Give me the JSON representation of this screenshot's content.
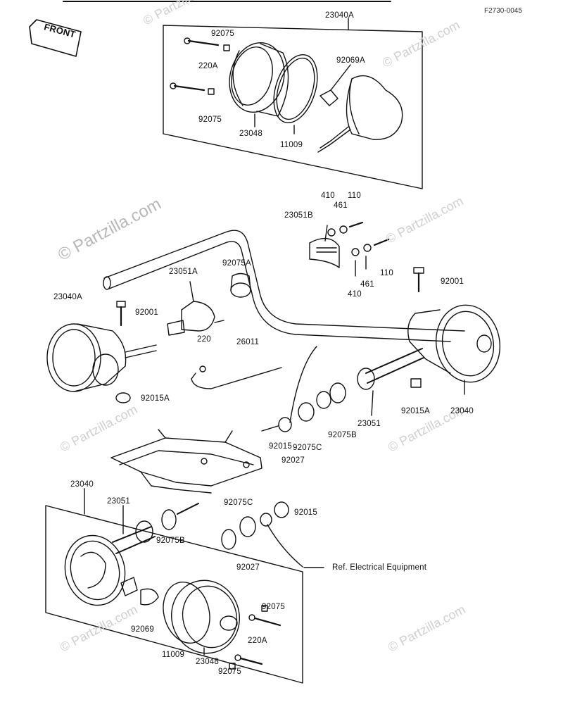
{
  "drawing_code": "F2730-0045",
  "watermark": "© Partzilla.com",
  "front_badge": "FRONT",
  "ref_note": "Ref. Electrical Equipment",
  "labels": {
    "l23040A_top": "23040A",
    "l92075_t1": "92075",
    "l220A_t": "220A",
    "l92069A": "92069A",
    "l92075_t2": "92075",
    "l23048_t": "23048",
    "l11009_t": "11009",
    "l410a": "410",
    "l461a": "461",
    "l110a": "110",
    "l23051B": "23051B",
    "l92075A": "92075A",
    "l110b": "110",
    "l461b": "461",
    "l410b": "410",
    "l92001_r": "92001",
    "l23051A": "23051A",
    "l23040A_left": "23040A",
    "l92001_l": "92001",
    "l220": "220",
    "l26011": "26011",
    "l92015A_l": "92015A",
    "l92015A_r": "92015A",
    "l23040_r": "23040",
    "l23051_r": "23051",
    "l92075B_r": "92075B",
    "l92075C_r": "92075C",
    "l92015_m": "92015",
    "l92027_m": "92027",
    "l23040_bl": "23040",
    "l23051_bl": "23051",
    "l92075C_b": "92075C",
    "l92015_b": "92015",
    "l92075B_b": "92075B",
    "l92027_b": "92027",
    "l92075_b1": "92075",
    "l220A_b": "220A",
    "l92069": "92069",
    "l11009_b": "11009",
    "l23048_b": "23048",
    "l92075_b2": "92075"
  }
}
